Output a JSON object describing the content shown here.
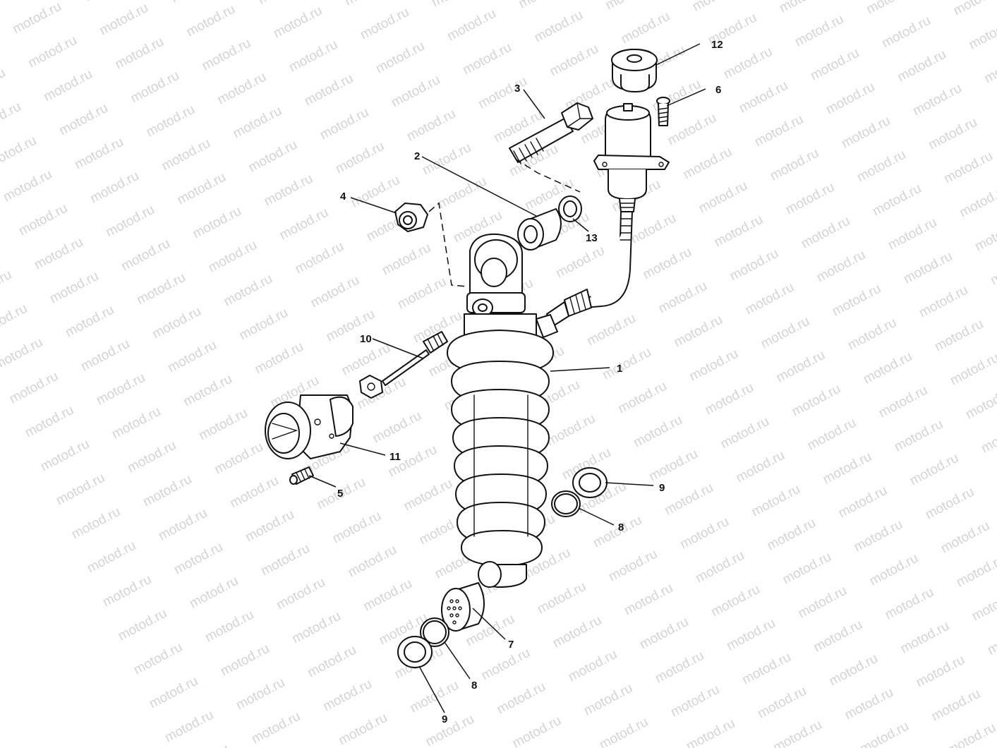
{
  "watermark": {
    "text": "motod.ru"
  },
  "callouts": [
    {
      "part": "spring-shock-assembly",
      "label": "1"
    },
    {
      "part": "upper-bushing",
      "label": "2"
    },
    {
      "part": "mounting-bolt",
      "label": "3"
    },
    {
      "part": "upper-nut",
      "label": "4"
    },
    {
      "part": "adjuster-screw",
      "label": "5"
    },
    {
      "part": "reservoir-screw",
      "label": "6"
    },
    {
      "part": "lower-bushing",
      "label": "7"
    },
    {
      "part": "o-ring-right",
      "label": "8"
    },
    {
      "part": "o-ring-left",
      "label": "8"
    },
    {
      "part": "seal-right",
      "label": "9"
    },
    {
      "part": "seal-left",
      "label": "9"
    },
    {
      "part": "adjuster-rod",
      "label": "10"
    },
    {
      "part": "preload-adjuster",
      "label": "11"
    },
    {
      "part": "rubber-mount",
      "label": "12"
    },
    {
      "part": "washer",
      "label": "13"
    }
  ]
}
